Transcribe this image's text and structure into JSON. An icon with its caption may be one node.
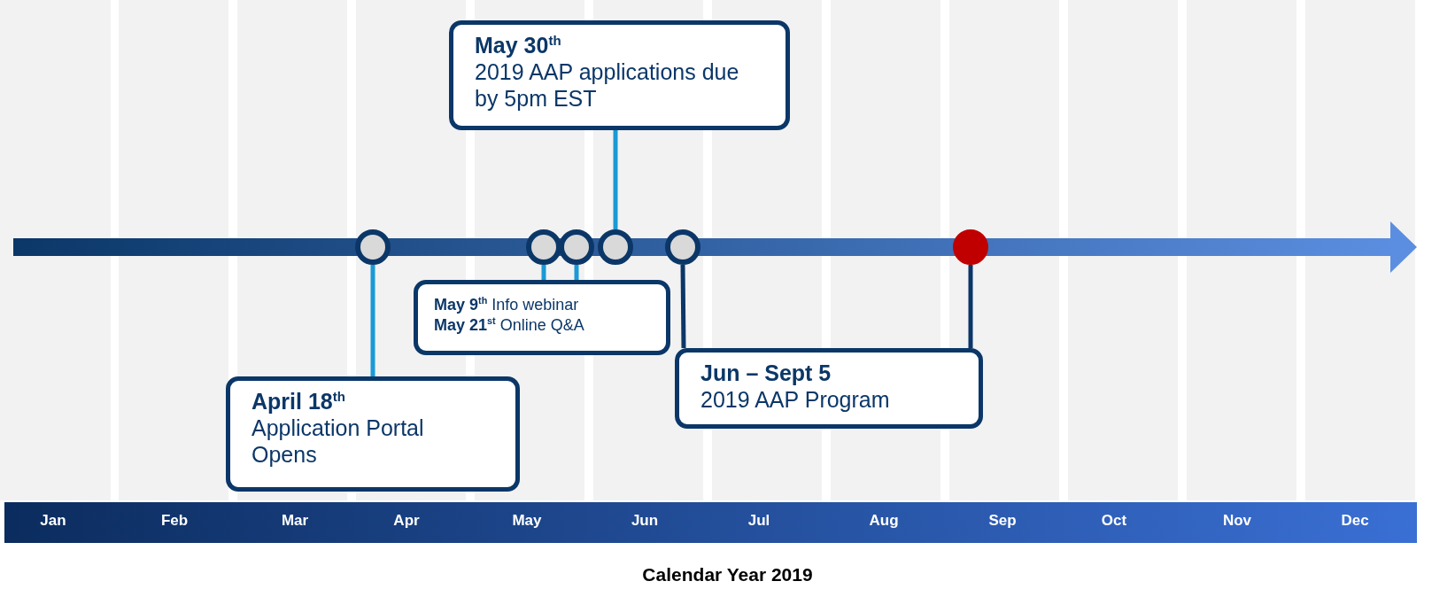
{
  "diagram": {
    "caption": "Calendar Year 2019",
    "nodes": [
      {
        "text": [
          "May 30$^{th}$",
          "2019 AAP applications due by 5pm EST"
        ]
      },
      {
        "text": [],
        "shape": "circle"
      },
      {
        "text": [],
        "shape": "circle"
      },
      {
        "text": [],
        "shape": "circle"
      },
      {
        "text": [],
        "shape": "circle"
      },
      {
        "text": [],
        "shape": "circle"
      },
      {
        "text": [],
        "shape": "circle"
      },
      {
        "text": [
          "**May 9$^{th}$** Info webinar",
          "**May 21$^{st}$** Online Q&A"
        ]
      },
      {
        "text": [
          "Jun – Sept 5",
          "2019 AAP Program"
        ]
      },
      {
        "text": [
          "April 18$^{th}$",
          "Application Portal Opens"
        ]
      }
    ],
    "edges": [
      {
        "from": 1,
        "to": 9,
        "arrow": "none"
      },
      {
        "from": 2,
        "to": 7,
        "arrow": "none"
      },
      {
        "from": 3,
        "to": 7,
        "arrow": "none"
      },
      {
        "from": 4,
        "to": 0,
        "arrow": "none"
      },
      {
        "from": 5,
        "to": 8,
        "arrow": "none",
        "color": "#0b3768"
      },
      {
        "from": 6,
        "to": 8,
        "arrow": "none",
        "color": "#0b3768"
      }
    ],
    "labels": [
      "Jan",
      "Feb",
      "Mar",
      "Apr",
      "May",
      "Jun",
      "Jul",
      "Aug",
      "Sep",
      "Oct",
      "Nov",
      "Dec"
    ]
  }
}
